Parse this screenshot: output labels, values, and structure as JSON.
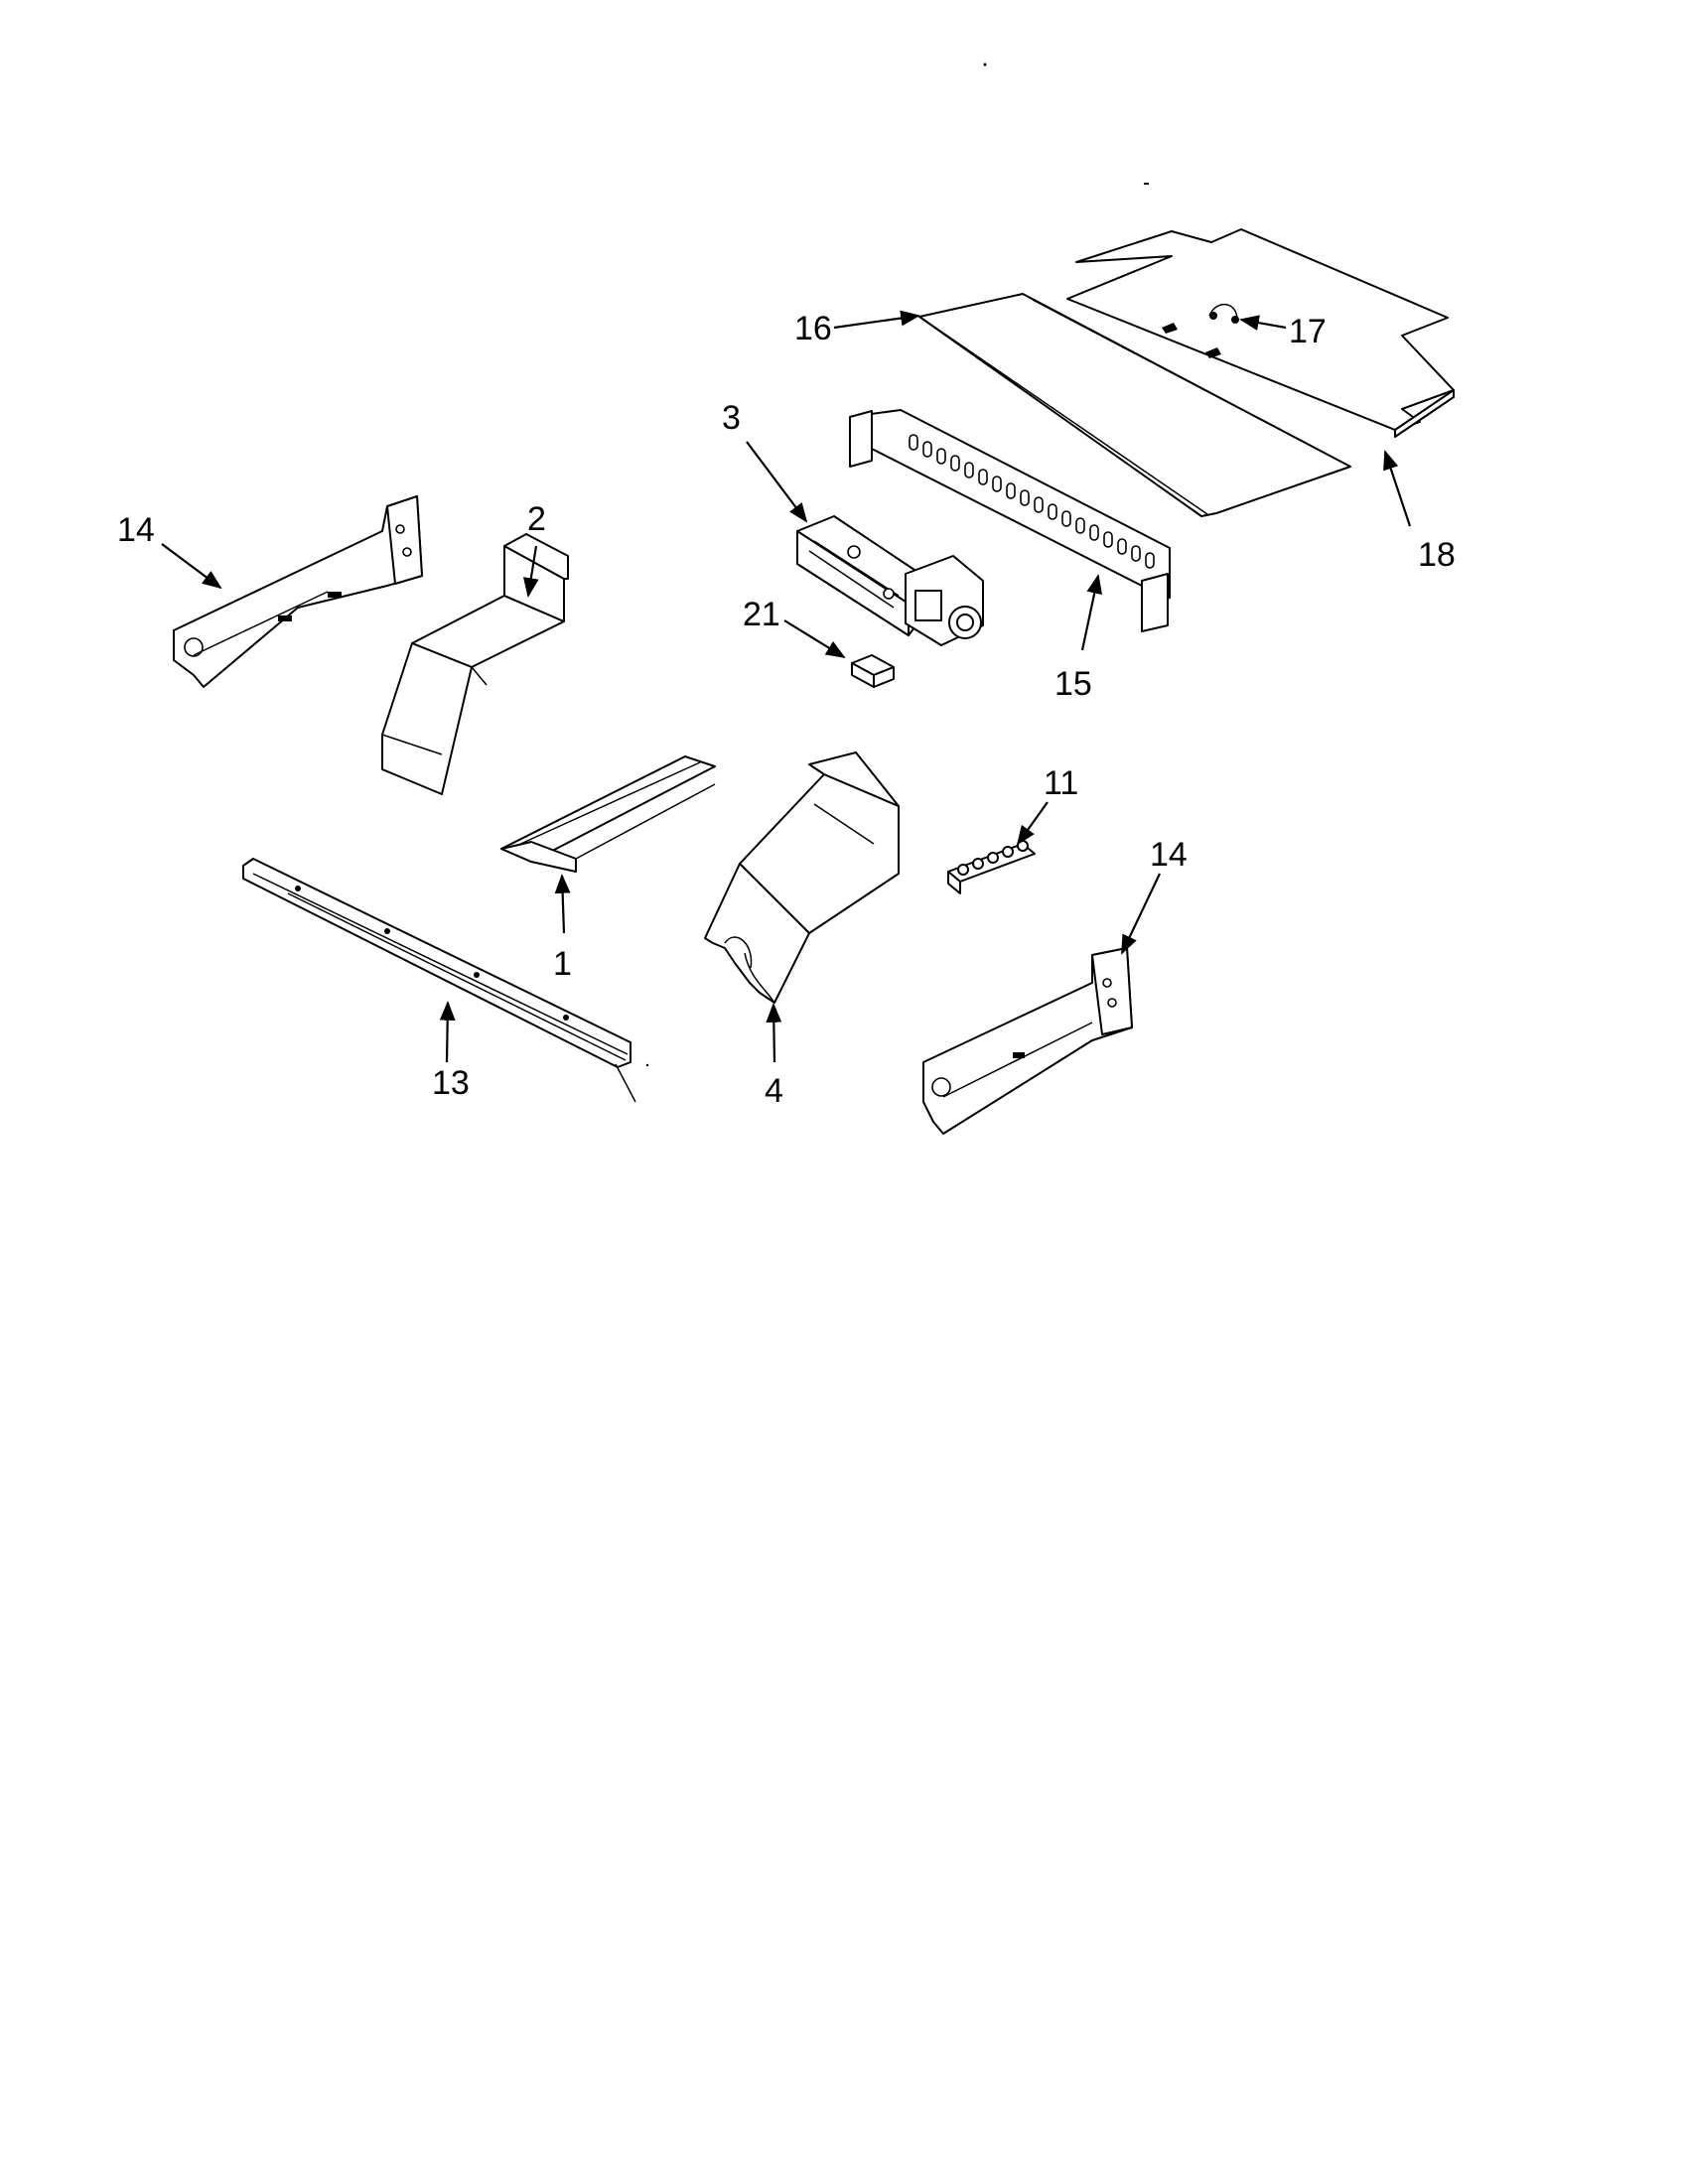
{
  "callouts": {
    "c1": "1",
    "c2": "2",
    "c3": "3",
    "c4": "4",
    "c11": "11",
    "c13": "13",
    "c14a": "14",
    "c14b": "14",
    "c15": "15",
    "c16": "16",
    "c17": "17",
    "c18": "18",
    "c21": "21"
  },
  "colors": {
    "line": "#000000",
    "background": "#ffffff"
  }
}
